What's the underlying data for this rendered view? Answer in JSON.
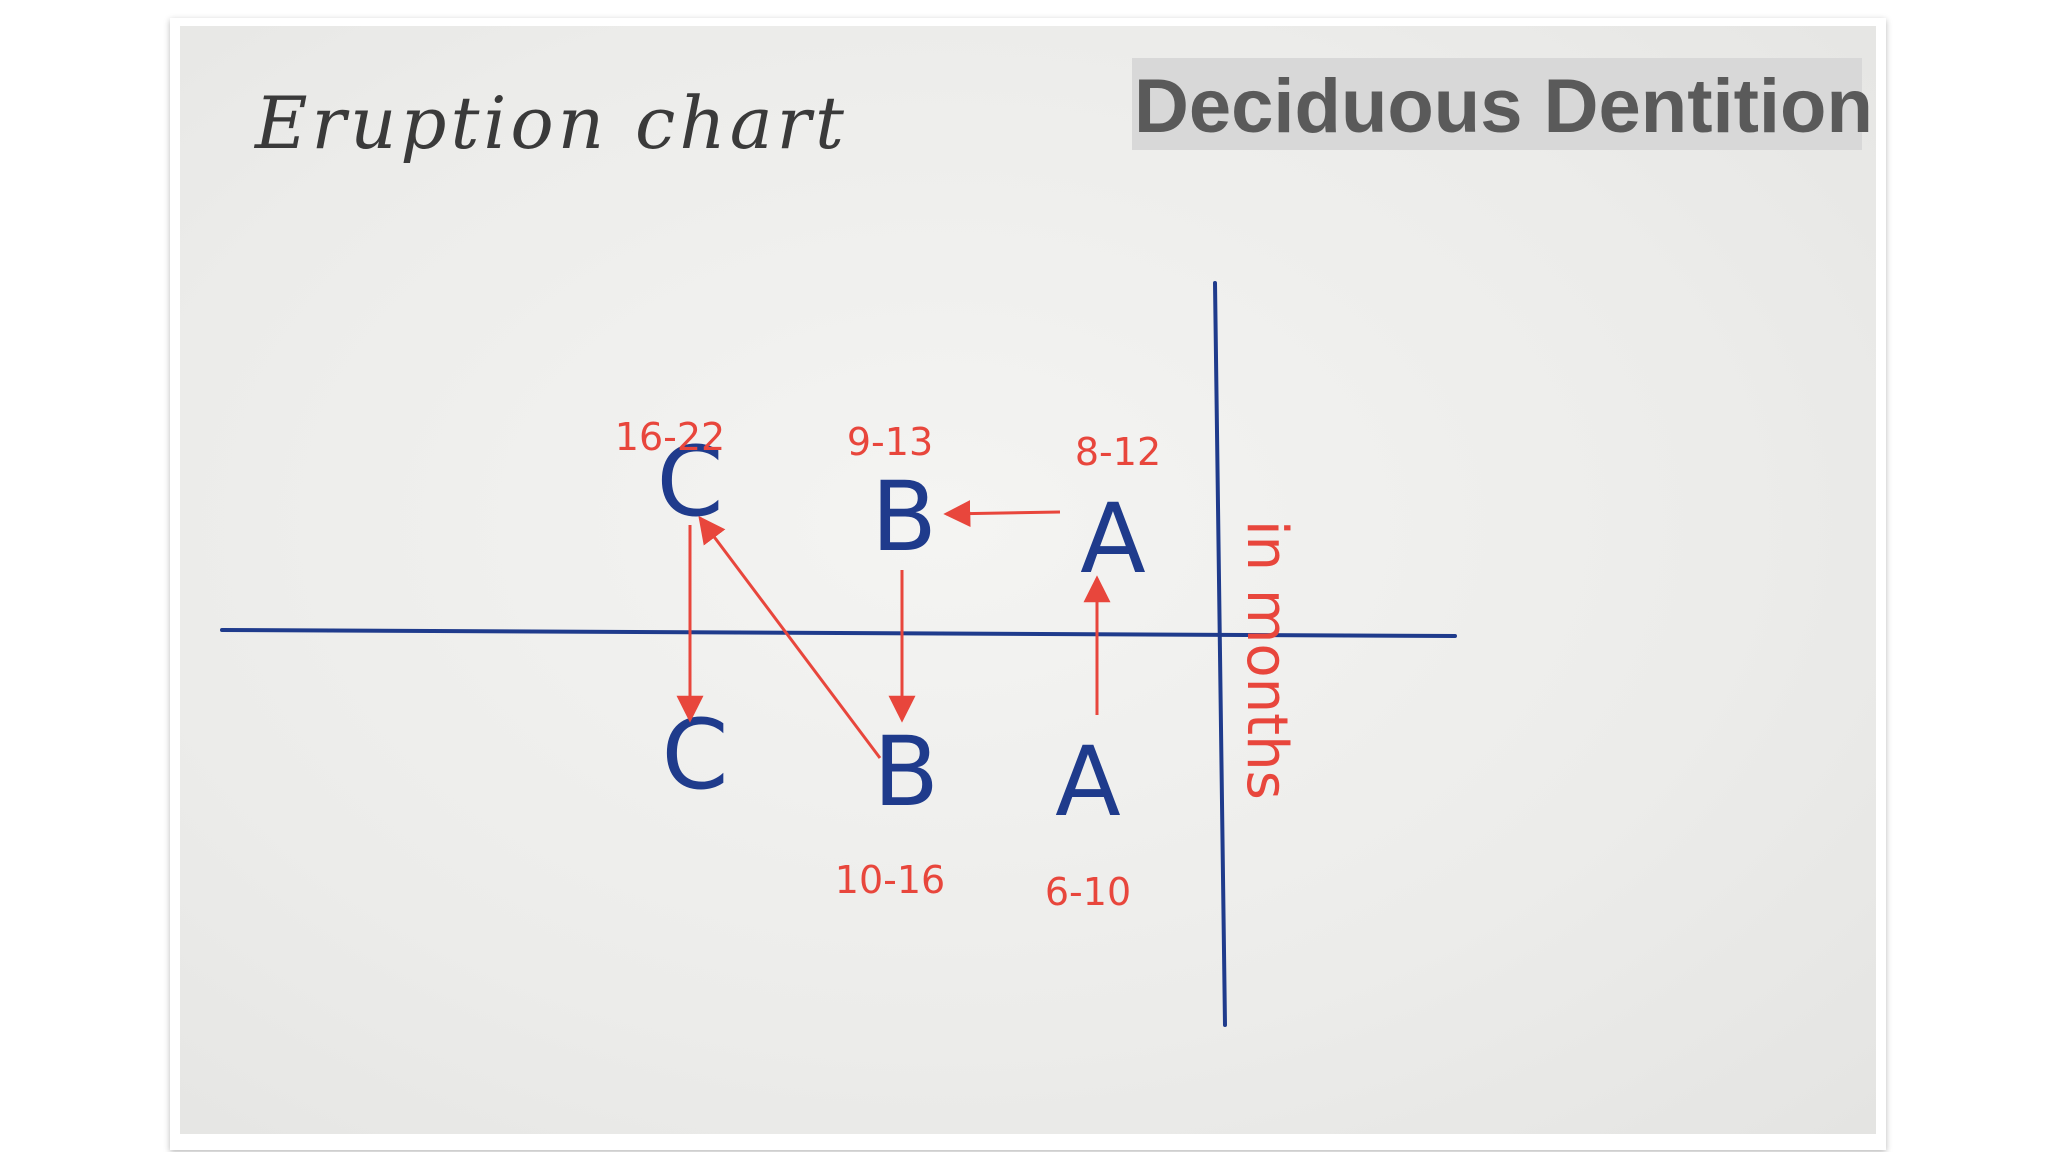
{
  "handwritten_title": "Eruption chart",
  "badge": {
    "text": "Deciduous Dentition"
  },
  "unit_label": "in months",
  "colors": {
    "ink_blue": "#1f3b8c",
    "ink_red": "#e8463c",
    "badge_gray": "#d8d8d8",
    "badge_text": "#5a5a5a"
  },
  "upper": {
    "teeth": [
      {
        "letter": "C",
        "range": "16-22"
      },
      {
        "letter": "B",
        "range": "9-13"
      },
      {
        "letter": "A",
        "range": "8-12"
      }
    ]
  },
  "lower": {
    "teeth": [
      {
        "letter": "C",
        "range": ""
      },
      {
        "letter": "B",
        "range": "10-16"
      },
      {
        "letter": "A",
        "range": "6-10"
      }
    ]
  },
  "eruption_sequence": [
    "lower A",
    "upper A",
    "upper B",
    "lower B",
    "upper C",
    "lower C"
  ]
}
